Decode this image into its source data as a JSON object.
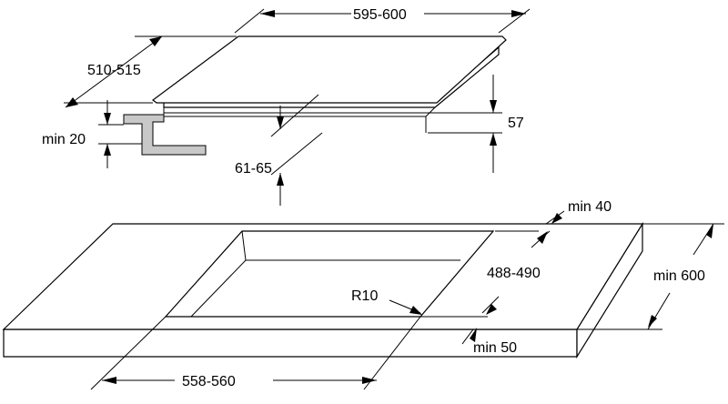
{
  "labels": {
    "width_top": "595-600",
    "depth_top": "510-515",
    "min_20": "min 20",
    "height_57": "57",
    "depth_61_65": "61-65",
    "min_40": "min 40",
    "cutout_depth": "488-490",
    "min_600": "min 600",
    "radius": "R10",
    "min_50": "min 50",
    "cutout_width": "558-560"
  }
}
